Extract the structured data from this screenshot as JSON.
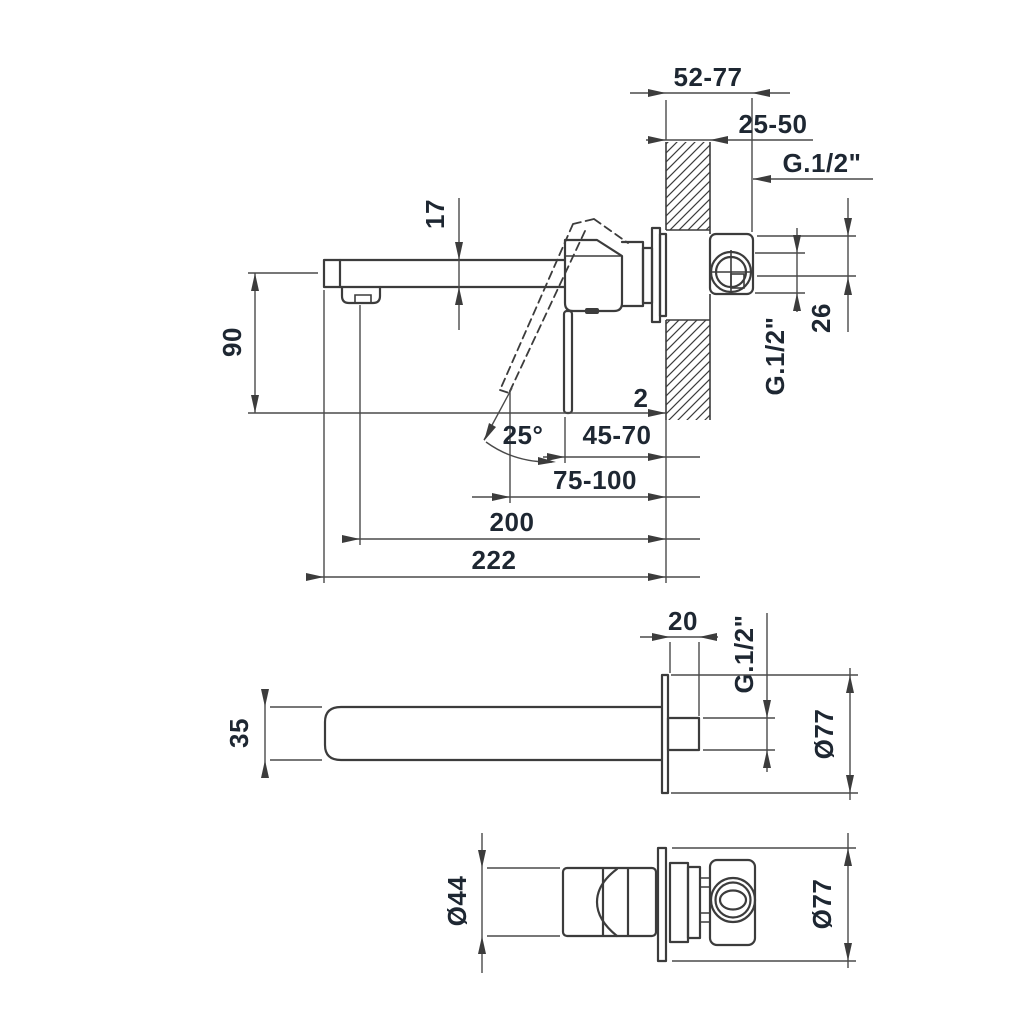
{
  "drawing": {
    "title": "Wall-mounted basin mixer — installation dimension drawing",
    "views": [
      {
        "id": "side-section",
        "description": "side section through wall with spout, lever and concealed valve",
        "dims": [
          "52-77",
          "25-50",
          "G.1/2\"",
          "17",
          "90",
          "26",
          "G.1/2\"",
          "2",
          "25°",
          "45-70",
          "75-100",
          "200",
          "222"
        ]
      },
      {
        "id": "spout-top",
        "description": "top view of spout and wall plate",
        "dims": [
          "20",
          "G.1/2\"",
          "35",
          "Ø77"
        ]
      },
      {
        "id": "valve-side",
        "description": "side view of lever handle, wall plate and concealed valve",
        "dims": [
          "Ø44",
          "Ø77"
        ]
      }
    ]
  },
  "labels": {
    "depth_range": "52-77",
    "wall_thickness": "25-50",
    "thread_inlet": "G.1/2\"",
    "spout_height": "17",
    "spout_drop": "90",
    "port_offset": "26",
    "thread_side": "G.1/2\"",
    "plate_gap": "2",
    "handle_angle": "25°",
    "handle_proj_min": "45-70",
    "handle_proj_max": "75-100",
    "aerator_reach": "200",
    "total_reach": "222",
    "stub_length": "20",
    "thread_spout": "G.1/2\"",
    "spout_width": "35",
    "plate_dia_spout": "Ø77",
    "handle_dia": "Ø44",
    "plate_dia_valve": "Ø77"
  },
  "colors": {
    "line": "#3c3c3c",
    "text": "#1e2732",
    "background": "#ffffff"
  }
}
